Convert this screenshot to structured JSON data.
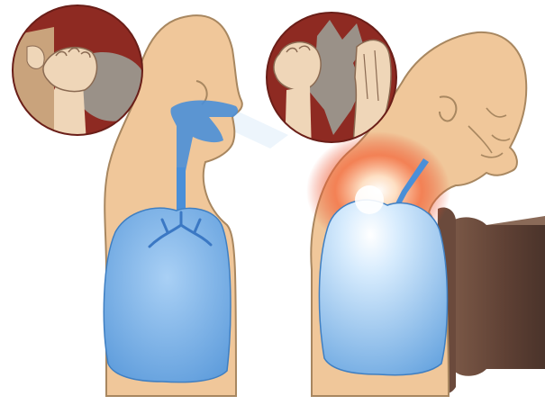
{
  "illustration": {
    "panels": [
      {
        "id": "left",
        "content": [
          "head-silhouette",
          "airway",
          "lungs",
          "inset-hands-squeezing-bag"
        ]
      },
      {
        "id": "right",
        "content": [
          "head-silhouette-bent-forward",
          "airway-constricted",
          "lungs",
          "throat-inflammation-glow",
          "inset-hands-tearing-bag",
          "dark-brown-object"
        ]
      }
    ],
    "colors": {
      "skin": "#f0c79a",
      "skin_outline": "#a88760",
      "lung_blue": "#6aa6e0",
      "lung_light": "#cfe6fb",
      "airway_blue": "#4a8fd8",
      "inset_background": "#8e2a22",
      "inset_bag": "#9a9188",
      "inflammation_red": "#e8401f",
      "object_brown": "#5e4034"
    }
  }
}
